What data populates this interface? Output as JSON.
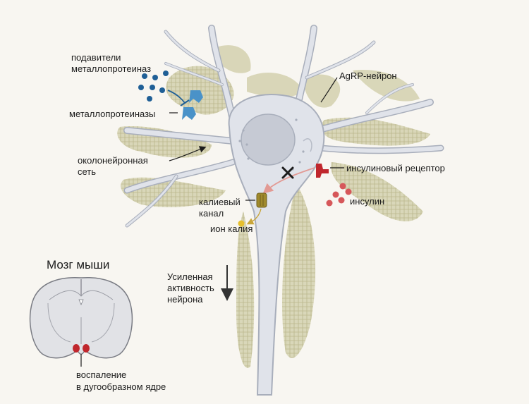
{
  "labels": {
    "inhibitors_line1": "подавители",
    "inhibitors_line2": "металлопротеиназ",
    "metalloproteinases": "металлопротеиназы",
    "perineuronal_line1": "околонейронная",
    "perineuronal_line2": "сеть",
    "agrp_neuron": "AgRP-нейрон",
    "insulin_receptor": "инсулиновый рецептор",
    "insulin": "инсулин",
    "potassium_channel_line1": "калиевый",
    "potassium_channel_line2": "канал",
    "potassium_ion": "ион калия",
    "activity_line1": "Усиленная",
    "activity_line2": "активность",
    "activity_line3": "нейрона",
    "brain_title": "Мозг мыши",
    "inflammation_line1": "воспаление",
    "inflammation_line2": "в дугообразном ядре"
  },
  "colors": {
    "background": "#f8f6f1",
    "neuron_fill": "#e0e3ea",
    "neuron_edge": "#a8aebb",
    "nucleus": "#c6cad4",
    "net": "#cfcca5",
    "net_hair": "#b7b387",
    "inhibitor": "#1f5f96",
    "enzyme": "#4a92c8",
    "receptor": "#c0272d",
    "insulin": "#d6575a",
    "channel": "#a08a2c",
    "potassium": "#e6bf2e",
    "arrow": "#1c1c1c",
    "inflammation": "#c0272d",
    "brain_fill": "#e1e2e6",
    "brain_edge": "#7a7c84"
  }
}
